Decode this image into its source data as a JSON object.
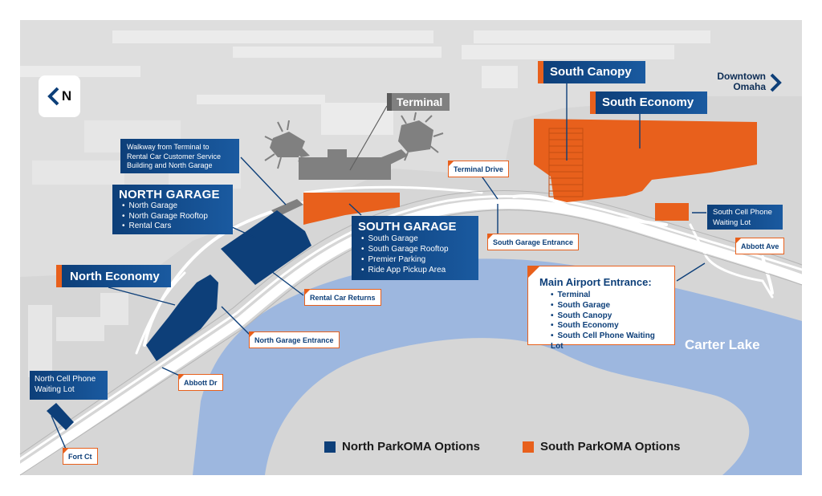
{
  "colors": {
    "north_options": "#0d3f79",
    "south_options": "#e8601c",
    "lake": "#9db7df",
    "ground": "#d6d6d6"
  },
  "compass": {
    "label": "N",
    "icon": "chevron-left-icon"
  },
  "destination": {
    "line1": "Downtown",
    "line2": "Omaha",
    "icon": "chevron-right-icon"
  },
  "areas": {
    "north_garage": {
      "title": "NORTH GARAGE",
      "items": [
        "North Garage",
        "North Garage Rooftop",
        "Rental Cars"
      ]
    },
    "south_garage": {
      "title": "SOUTH GARAGE",
      "items": [
        "South Garage",
        "South Garage Rooftop",
        "Premier Parking",
        "Ride App Pickup Area"
      ]
    },
    "north_economy": {
      "title": "North Economy"
    },
    "south_canopy": {
      "title": "South Canopy"
    },
    "south_economy": {
      "title": "South Economy"
    },
    "terminal": {
      "title": "Terminal"
    },
    "walkway": {
      "line1": "Walkway from Terminal to",
      "line2": "Rental Car Customer Service",
      "line3": "Building and North Garage"
    },
    "north_cell": {
      "line1": "North Cell Phone",
      "line2": "Waiting Lot"
    },
    "south_cell": {
      "line1": "South Cell Phone",
      "line2": "Waiting Lot"
    }
  },
  "callouts": {
    "terminal_drive": "Terminal Drive",
    "south_garage_entrance": "South Garage Entrance",
    "abbott_ave": "Abbott Ave",
    "rental_car_returns": "Rental Car Returns",
    "north_garage_entrance": "North Garage Entrance",
    "abbott_dr": "Abbott Dr",
    "fort_ct": "Fort Ct"
  },
  "main_entrance": {
    "title": "Main Airport Entrance:",
    "items": [
      "Terminal",
      "South Garage",
      "South Canopy",
      "South Economy",
      "South Cell Phone Waiting Lot"
    ]
  },
  "lake_label": "Carter Lake",
  "legend": {
    "north": "North ParkOMA Options",
    "south": "South ParkOMA Options"
  }
}
